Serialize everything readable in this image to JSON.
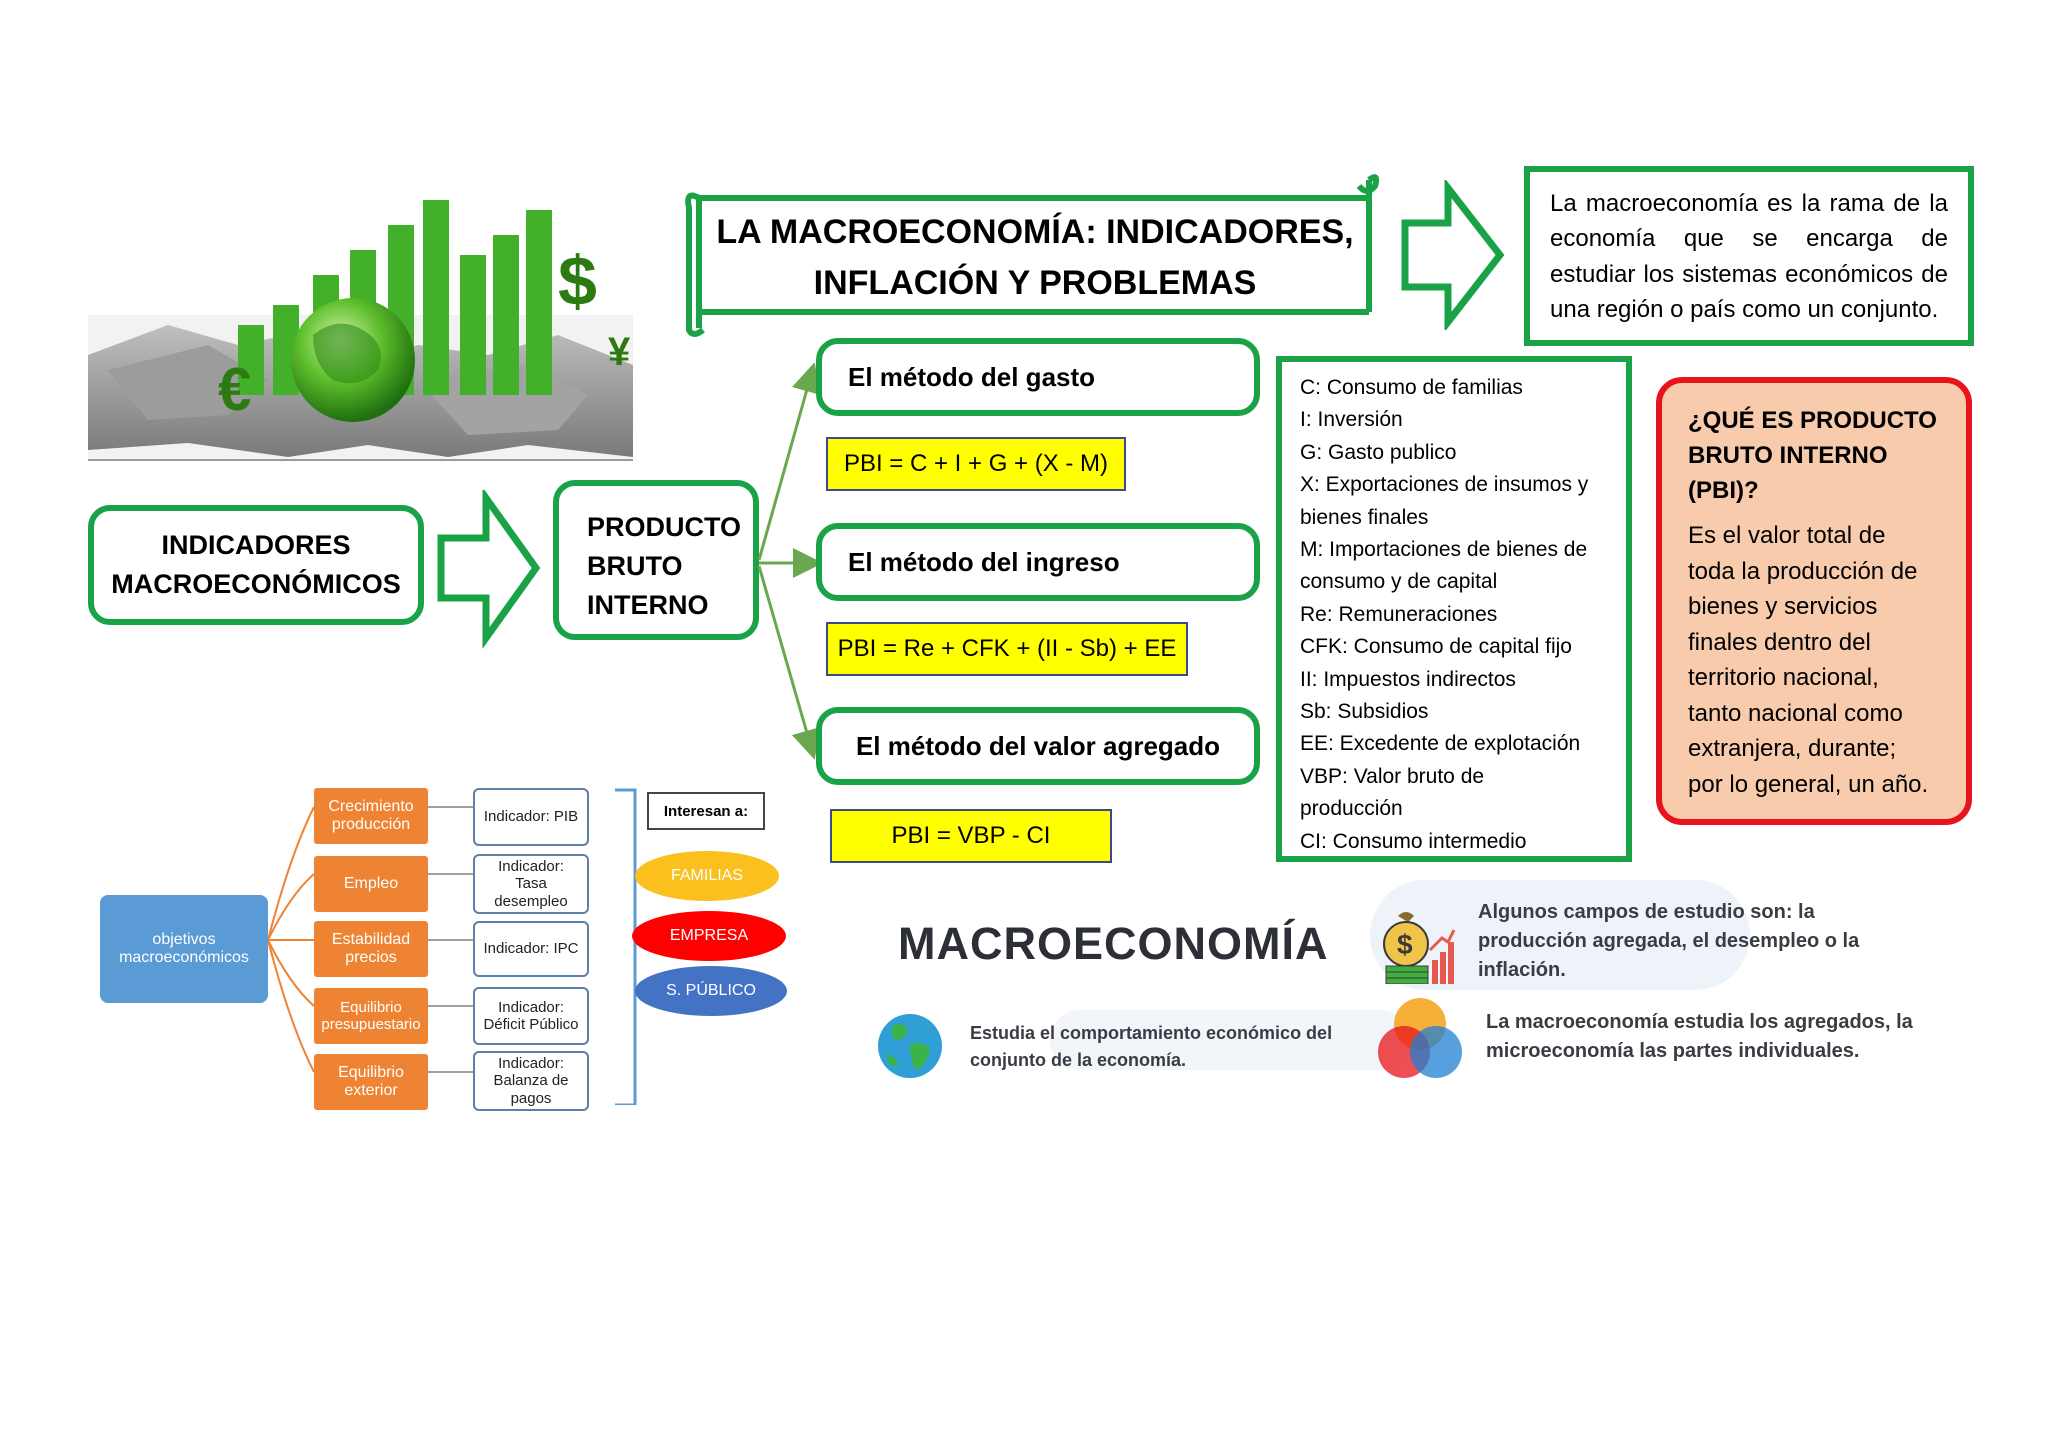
{
  "title": {
    "line1": "LA MACROECONOMÍA: INDICADORES,",
    "line2": "INFLACIÓN Y PROBLEMAS"
  },
  "definition": "La macroeconomía es la rama de la economía que se encarga de estudiar los sistemas económicos de una región o país como un conjunto.",
  "indicadores": {
    "line1": "INDICADORES",
    "line2": "MACROECONÓMICOS"
  },
  "pbi": {
    "line1": "PRODUCTO",
    "line2": "BRUTO",
    "line3": "INTERNO"
  },
  "methods": [
    {
      "label": "El método del gasto",
      "formula": "PBI = C + I + G + (X - M)"
    },
    {
      "label": "El método del ingreso",
      "formula": "PBI = Re + CFK + (II - Sb) + EE"
    },
    {
      "label": "El método del valor agregado",
      "formula": "PBI = VBP - CI"
    }
  ],
  "legend": [
    "C: Consumo de familias",
    "I: Inversión",
    "G: Gasto publico",
    "X: Exportaciones de insumos y",
    "bienes finales",
    "M: Importaciones de bienes de",
    "consumo y de capital",
    "Re: Remuneraciones",
    "CFK: Consumo de capital fijo",
    "II: Impuestos indirectos",
    "Sb: Subsidios",
    "EE: Excedente de explotación",
    "VBP: Valor bruto de",
    "producción",
    "CI: Consumo intermedio"
  ],
  "que_es": {
    "heading": [
      "¿QUÉ ES PRODUCTO",
      "BRUTO INTERNO",
      "(PBI)?"
    ],
    "body": [
      "Es el valor total de",
      "toda la producción de",
      "bienes y servicios",
      "finales dentro del",
      "territorio nacional,",
      "tanto nacional como",
      "extranjera, durante;",
      "por lo general, un año."
    ]
  },
  "objetivos": {
    "root": "objetivos macroeconómicos",
    "items": [
      {
        "label": "Crecimiento producción",
        "indicator": "Indicador: PIB"
      },
      {
        "label": "Empleo",
        "indicator": "Indicador: Tasa desempleo"
      },
      {
        "label": "Estabilidad precios",
        "indicator": "Indicador: IPC"
      },
      {
        "label": "Equilibrio presupuestario",
        "indicator": "Indicador: Déficit Público"
      },
      {
        "label": "Equilibrio exterior",
        "indicator": "Indicador: Balanza de pagos"
      }
    ],
    "interesan": "Interesan a:",
    "agents": [
      {
        "label": "FAMILIAS",
        "color": "#fbbf1e"
      },
      {
        "label": "EMPRESA",
        "color": "#ff0000"
      },
      {
        "label": "S. PÚBLICO",
        "color": "#4472c4"
      }
    ]
  },
  "infographic": {
    "title": "MACROECONOMÍA",
    "campos": "Algunos campos de estudio son: la producción agregada, el desempleo o la inflación.",
    "estudia": "Estudia el comportamiento económico del conjunto de la economía.",
    "agregados": "La macroeconomía estudia los agregados, la microeconomía las partes individuales."
  },
  "colors": {
    "green": "#19a346",
    "red": "#e8141b",
    "peach": "#f8cbad",
    "yellow": "#ffff00",
    "orange": "#ee8433",
    "blue_root": "#5b9bd5"
  }
}
